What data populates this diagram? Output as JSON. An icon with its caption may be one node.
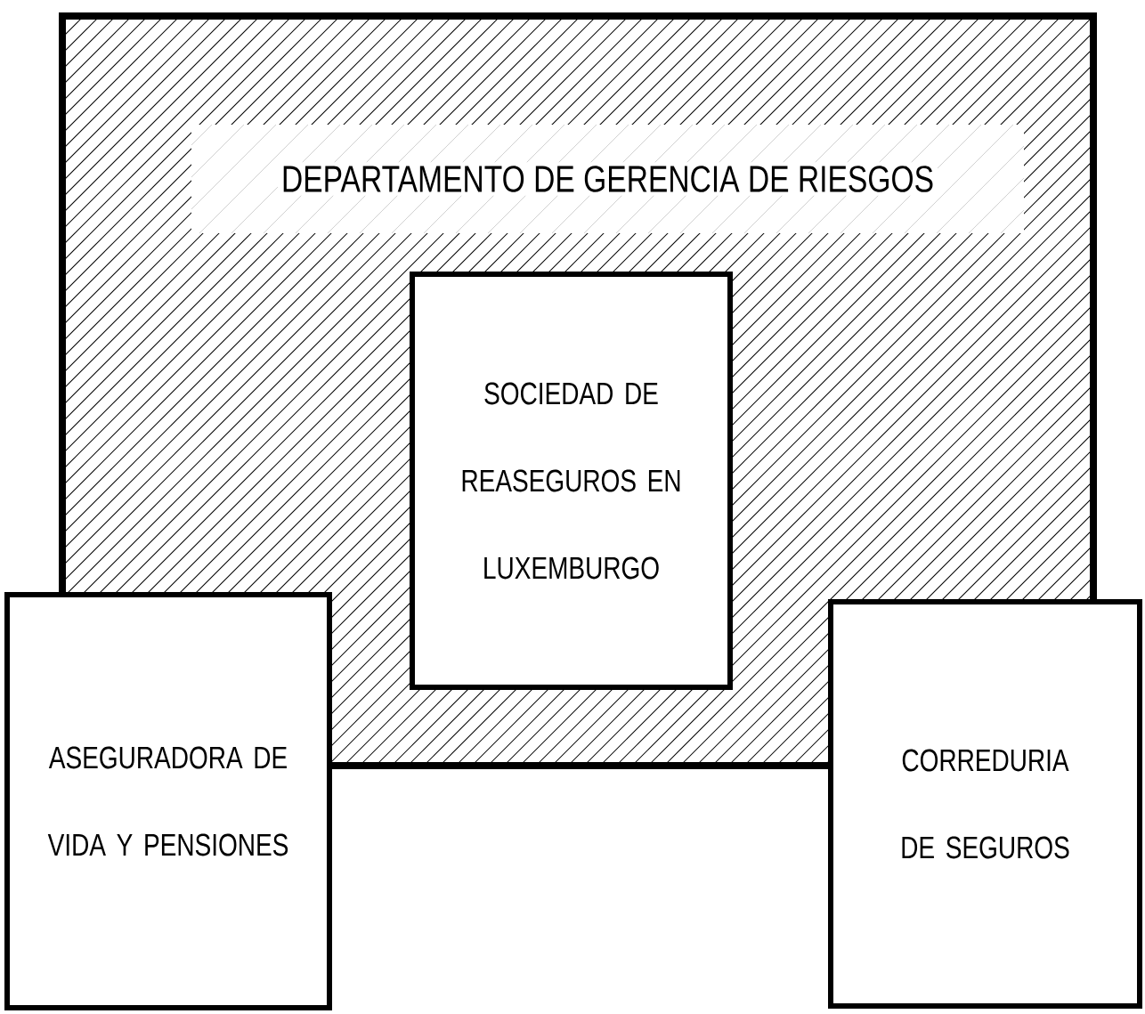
{
  "diagram": {
    "nodes": [
      {
        "text": [
          "DEPARTAMENTO DE GERENCIA DE RIESGOS"
        ]
      },
      {
        "text": [
          "SOCIEDAD DE REASEGUROS EN LUXEMBURGO"
        ],
        "in": 0
      },
      {
        "text": [
          "ASEGURADORA DE VIDA Y PENSIONES"
        ]
      },
      {
        "text": [
          "CORREDURIA DE SEGUROS"
        ]
      }
    ]
  }
}
